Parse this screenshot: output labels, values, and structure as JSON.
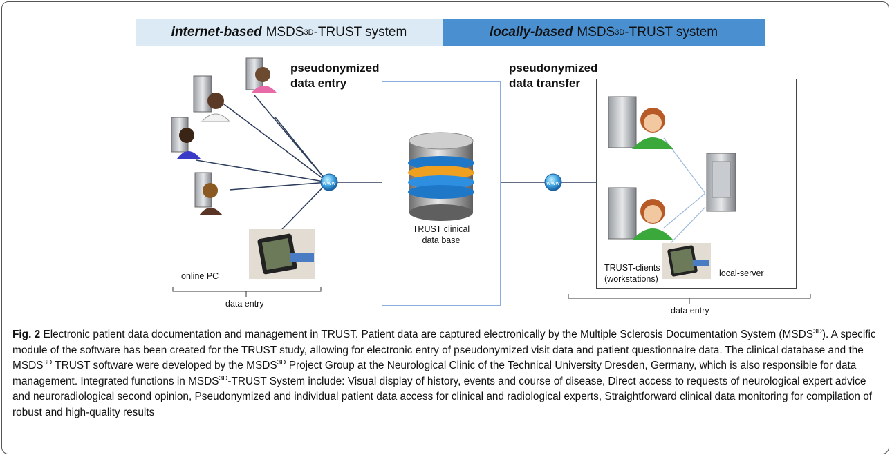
{
  "header": {
    "left_bold": "internet-based",
    "left_rest": "MSDS",
    "left_sup": "3D",
    "left_tail": "-TRUST system",
    "right_bold": "locally-based",
    "right_rest": "MSDS",
    "right_sup": "3D",
    "right_tail": "-TRUST system"
  },
  "labels": {
    "pseudo_entry_1": "pseudonymized",
    "pseudo_entry_2": "data entry",
    "pseudo_transfer_1": "pseudonymized",
    "pseudo_transfer_2": "data transfer",
    "db_1": "TRUST clinical",
    "db_2": "data base",
    "online_pc": "online PC",
    "data_entry_left": "data entry",
    "clients_1": "TRUST-clients",
    "clients_2": "(workstations)",
    "local_server": "local-server",
    "data_entry_right": "data entry"
  },
  "caption": {
    "fig": "Fig. 2",
    "p1": " Electronic patient data documentation and management in TRUST. Patient data are captured electronically by the Multiple Sclerosis Documentation System (MSDS",
    "s1": "3D",
    "p2": "). A specific module of the software has been created for the TRUST study, allowing for electronic entry of pseudonymized visit data and patient questionnaire data. The clinical database and the MSDS",
    "s2": "3D",
    "p3": " TRUST software were developed by the MSDS",
    "s3": "3D",
    "p4": " Project Group at the Neurological Clinic of the Technical University Dresden, Germany, which is also responsible for data management. Integrated functions in MSDS",
    "s4": "3D",
    "p5": "-TRUST System include: Visual display of history, events and course of disease, Direct access to requests of neurological expert advice and neuroradiological second opinion, Pseudonymized and individual patient data access for clinical and radiological experts, Straightforward clinical data monitoring for compilation of robust and high-quality results"
  },
  "colors": {
    "header_left": "#dceaf5",
    "header_right": "#4a8fd0",
    "line": "#2d3e5c"
  }
}
